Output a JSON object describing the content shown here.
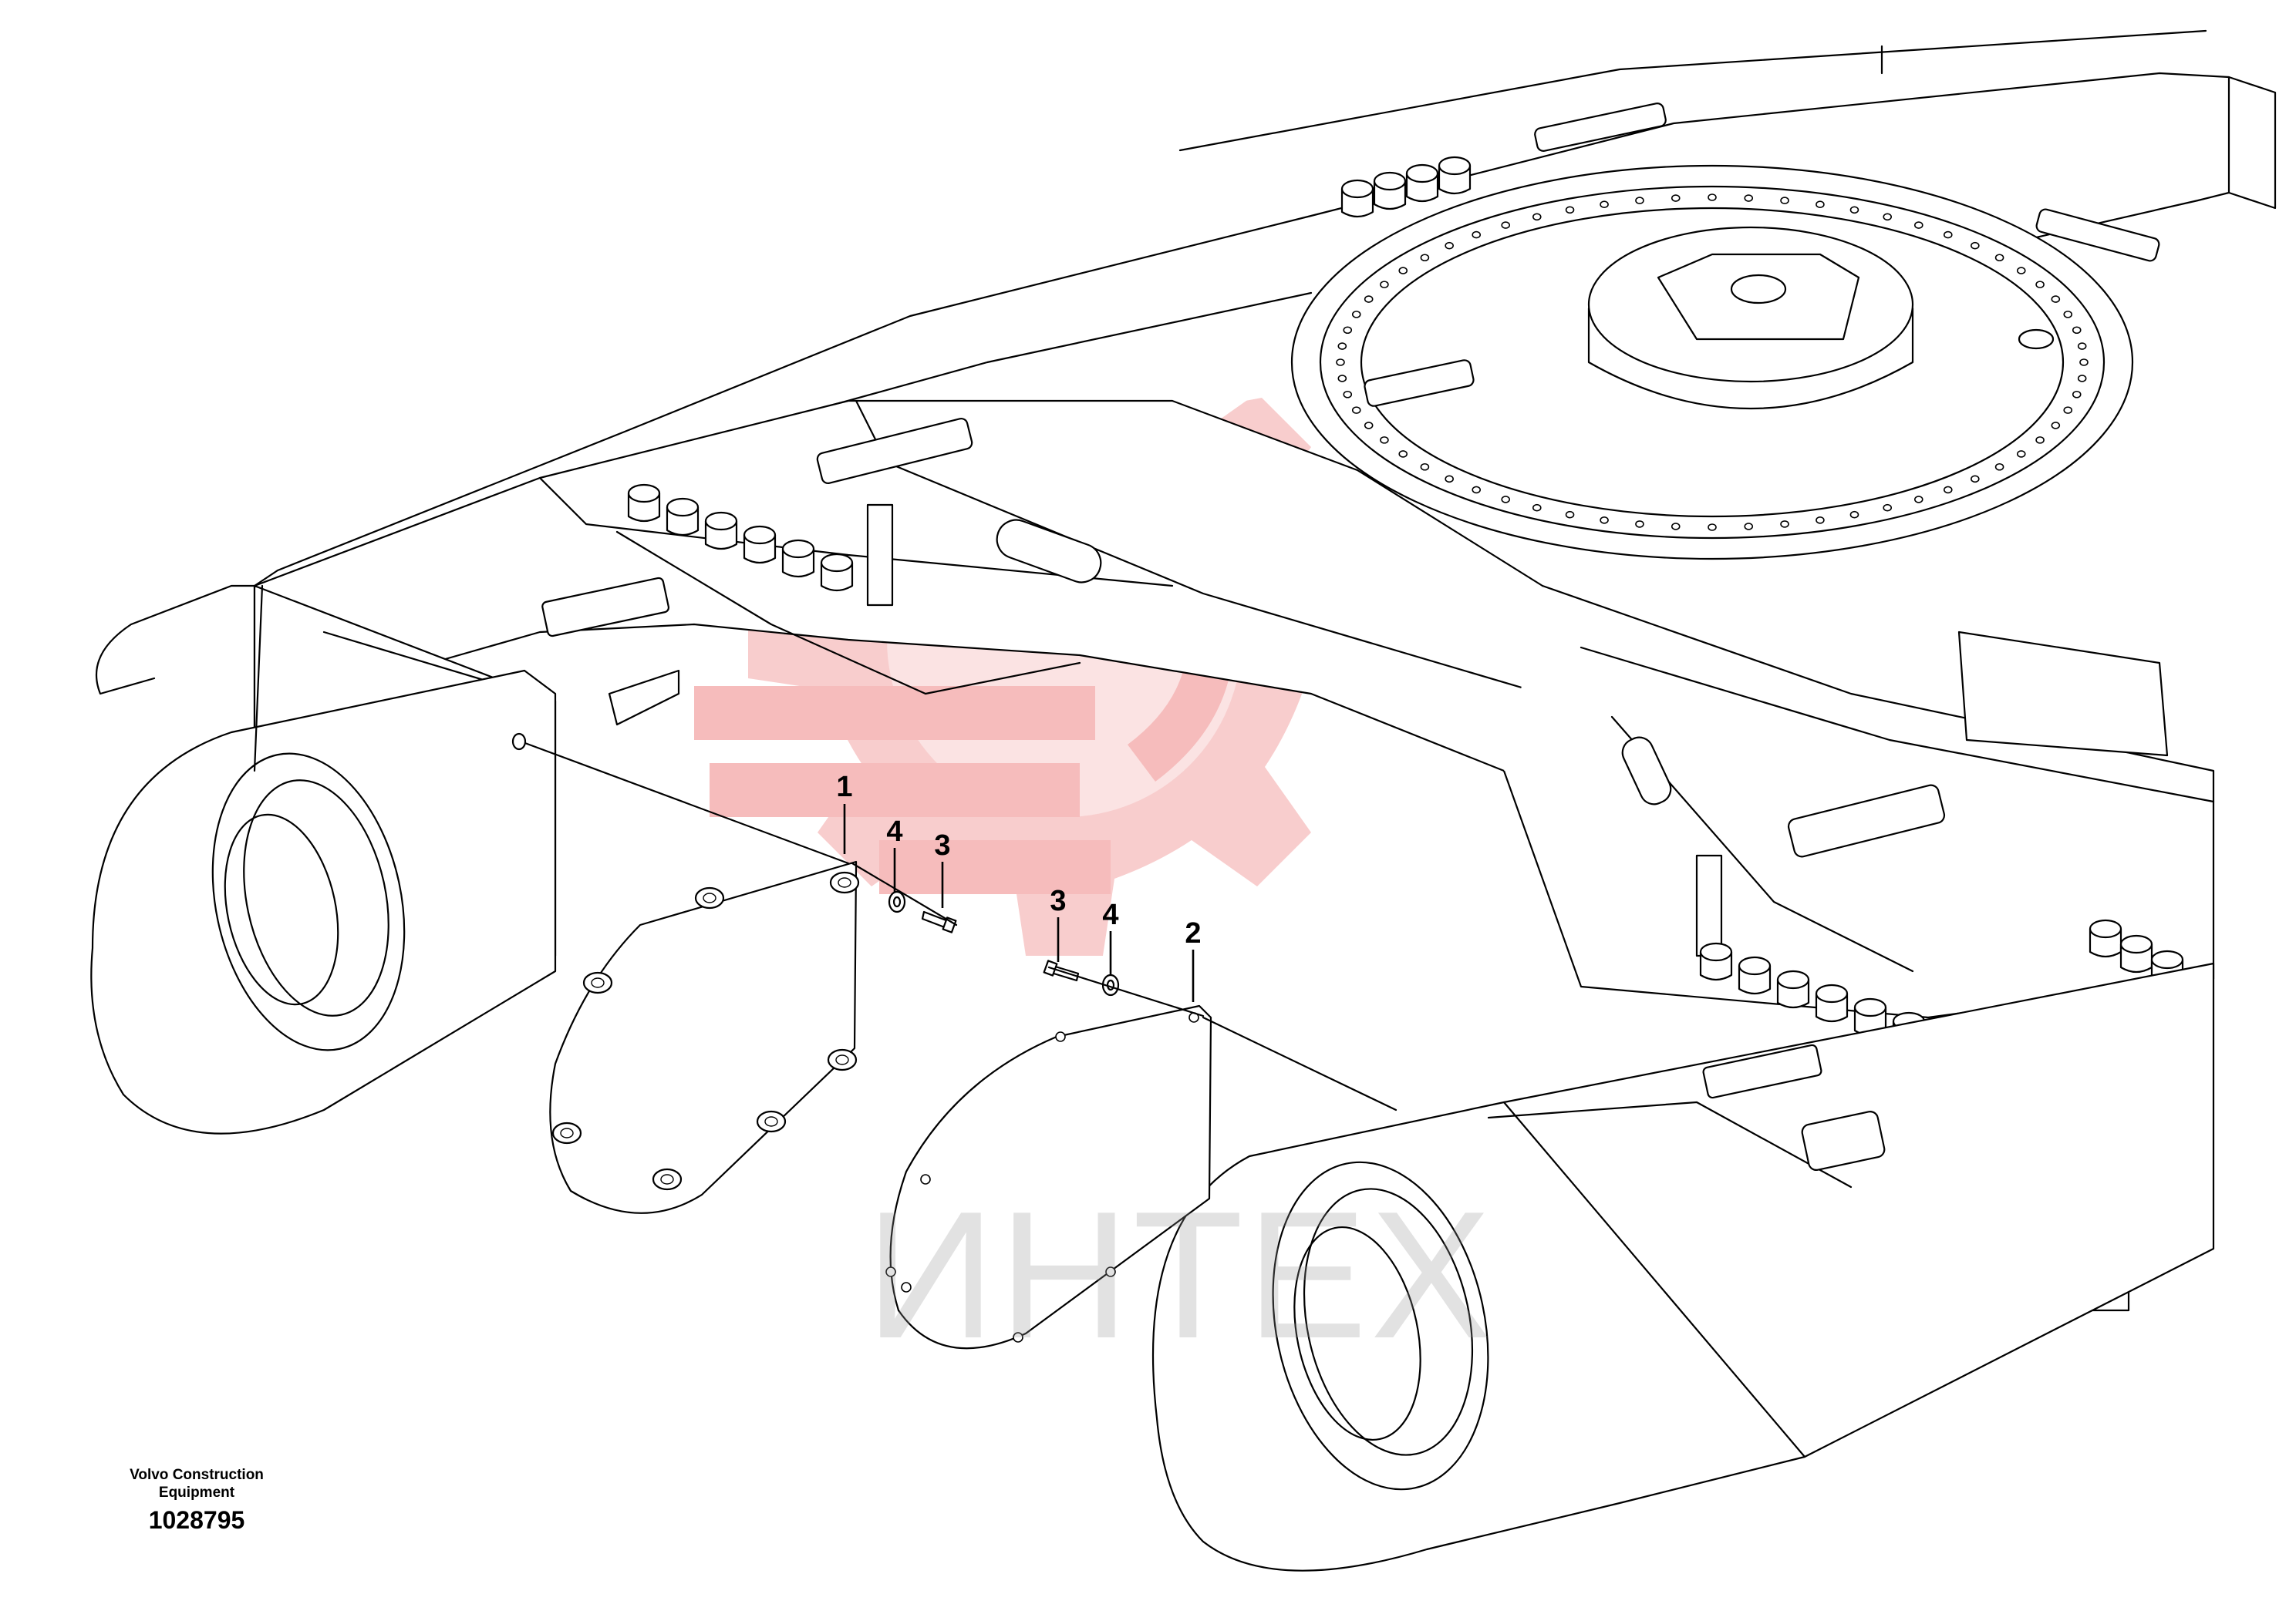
{
  "watermark": {
    "text": "ИНТЕХ",
    "logo_color": "#f7c3c3",
    "text_color": "#c8c8c8"
  },
  "callouts": [
    {
      "id": "c1",
      "label": "1"
    },
    {
      "id": "c2",
      "label": "2"
    },
    {
      "id": "c3a",
      "label": "3"
    },
    {
      "id": "c3b",
      "label": "3"
    },
    {
      "id": "c4a",
      "label": "4"
    },
    {
      "id": "c4b",
      "label": "4"
    }
  ],
  "credit": {
    "maker": "Volvo Construction Equipment",
    "maker_line1": "Volvo Construction",
    "maker_line2": "Equipment",
    "drawing_number": "1028795"
  },
  "colors": {
    "line": "#000000",
    "background": "#ffffff"
  }
}
